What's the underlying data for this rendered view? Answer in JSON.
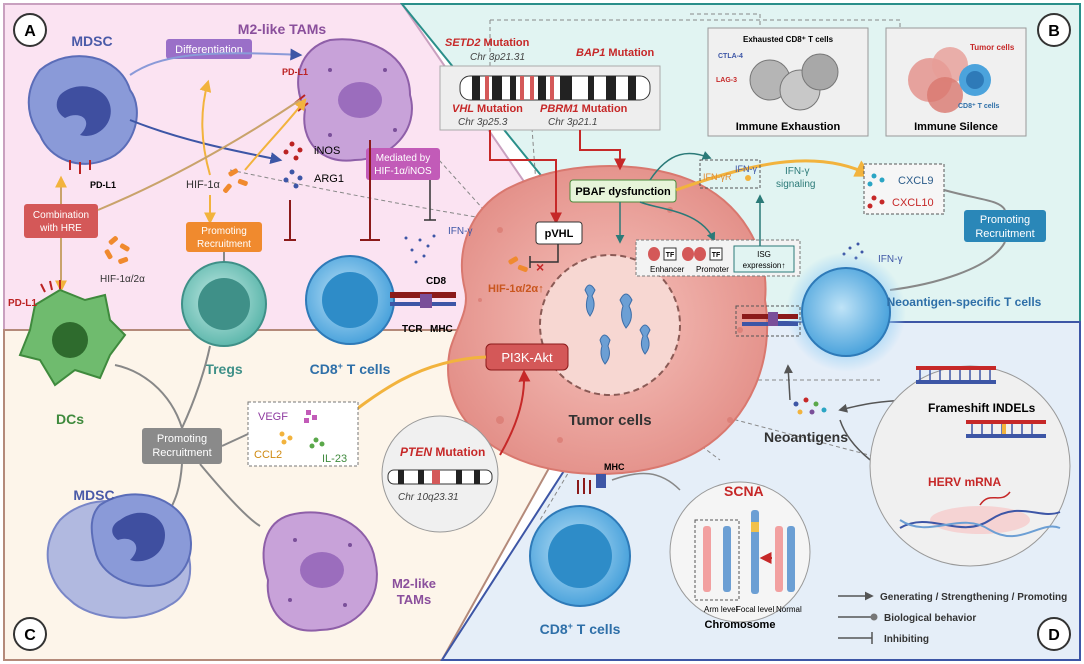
{
  "panels": {
    "a": "A",
    "b": "B",
    "c": "C",
    "d": "D"
  },
  "cells": {
    "mdsc_top": "MDSC",
    "m2_top": "M2-like TAMs",
    "dcs": "DCs",
    "tregs": "Tregs",
    "cd8_left_html": "CD8",
    "cd8_left_sup": "+",
    "cd8_left_rest": " T cells",
    "mdsc_bottom": "MDSC",
    "m2_bottom_1": "M2-like",
    "m2_bottom_2": "TAMs",
    "tumor": "Tumor cells",
    "neoantigen_t": "Neoantigen-specific T cells",
    "cd8_bottom": "CD8",
    "cd8_bottom_sup": "+",
    "cd8_bottom_rest": " T cells",
    "neoantigens": "Neoantigens"
  },
  "labels": {
    "differentiation": "Differentiation",
    "pdl1_m2": "PD-L1",
    "pdl1_mdsc": "PD-L1",
    "pdl1_dc": "PD-L1",
    "inos": "iNOS",
    "arg1": "ARG1",
    "hif1a": "HIF-1α",
    "combination_1": "Combination",
    "combination_2": "with HRE",
    "hif_2": "HIF-1α/2α",
    "promoting_left_1": "Promoting",
    "promoting_left_2": "Recruitment",
    "mediated_1": "Mediated by",
    "mediated_2": "HIF-1α/iNOS",
    "ifng_left": "IFN-γ",
    "cd8": "CD8",
    "tcr": "TCR",
    "mhc": "MHC",
    "hif_tumor": "HIF-1α/2α↑",
    "pvhl": "pVHL",
    "pi3k": "PI3K-Akt",
    "pten_mut": "PTEN",
    "pten_mut_rest": " Mutation",
    "pten_chr": "Chr 10q23.31",
    "vegf": "VEGF",
    "ccl2": "CCL2",
    "il23": "IL-23",
    "promoting_c_1": "Promoting",
    "promoting_c_2": "Recruitment",
    "setd2": "SETD2",
    "setd2_rest": " Mutation",
    "setd2_chr": "Chr 3p21.31",
    "bap1": "BAP1",
    "bap1_rest": " Mutation",
    "vhl": "VHL",
    "vhl_rest": " Mutation",
    "vhl_chr": "Chr 3p25.3",
    "pbrm1": "PBRM1",
    "pbrm1_rest": " Mutation",
    "pbrm1_chr": "Chr 3p21.1",
    "pbaf": "PBAF dysfunction",
    "ifngr": "IFN-γR",
    "ifng_receptor": "IFN-γ",
    "ifng_signal_1": "IFN-γ",
    "ifng_signal_2": "signaling",
    "tf1": "TF",
    "tf2": "TF",
    "enhancer": "Enhancer",
    "promoter": "Promoter",
    "isg_1": "ISG",
    "isg_2": "expression↑",
    "exhausted_title": "Exhausted CD8⁺ T cells",
    "ctla4": "CTLA-4",
    "lag3": "LAG-3",
    "immune_exhaustion": "Immune Exhaustion",
    "tumor_cells_small": "Tumor cells",
    "cd8_small": "CD8⁺ T cells",
    "immune_silence": "Immune Silence",
    "cxcl9": "CXCL9",
    "cxcl10": "CXCL10",
    "promoting_right_1": "Promoting",
    "promoting_right_2": "Recruitment",
    "ifng_right": "IFN-γ",
    "frameshift": "Frameshift INDELs",
    "herv": "HERV mRNA",
    "mhc_bottom": "MHC",
    "scna": "SCNA",
    "arm_level": "Arm level",
    "focal_level": "Focal level",
    "normal": "Normal",
    "chromosome": "Chromosome"
  },
  "legend": {
    "generating": "Generating / Strengthening / Promoting",
    "biological": "Biological behavior",
    "inhibiting": "Inhibiting"
  },
  "colors": {
    "panel_a": "#fbe3f2",
    "panel_b": "#e1f4f2",
    "panel_c": "#fdf5ea",
    "panel_d": "#e5eef8",
    "tumor": "#ea9e97",
    "mutation_red": "#c62828",
    "yellow_arrow": "#f2b33d",
    "blue_cell": "#4ba3dc"
  }
}
